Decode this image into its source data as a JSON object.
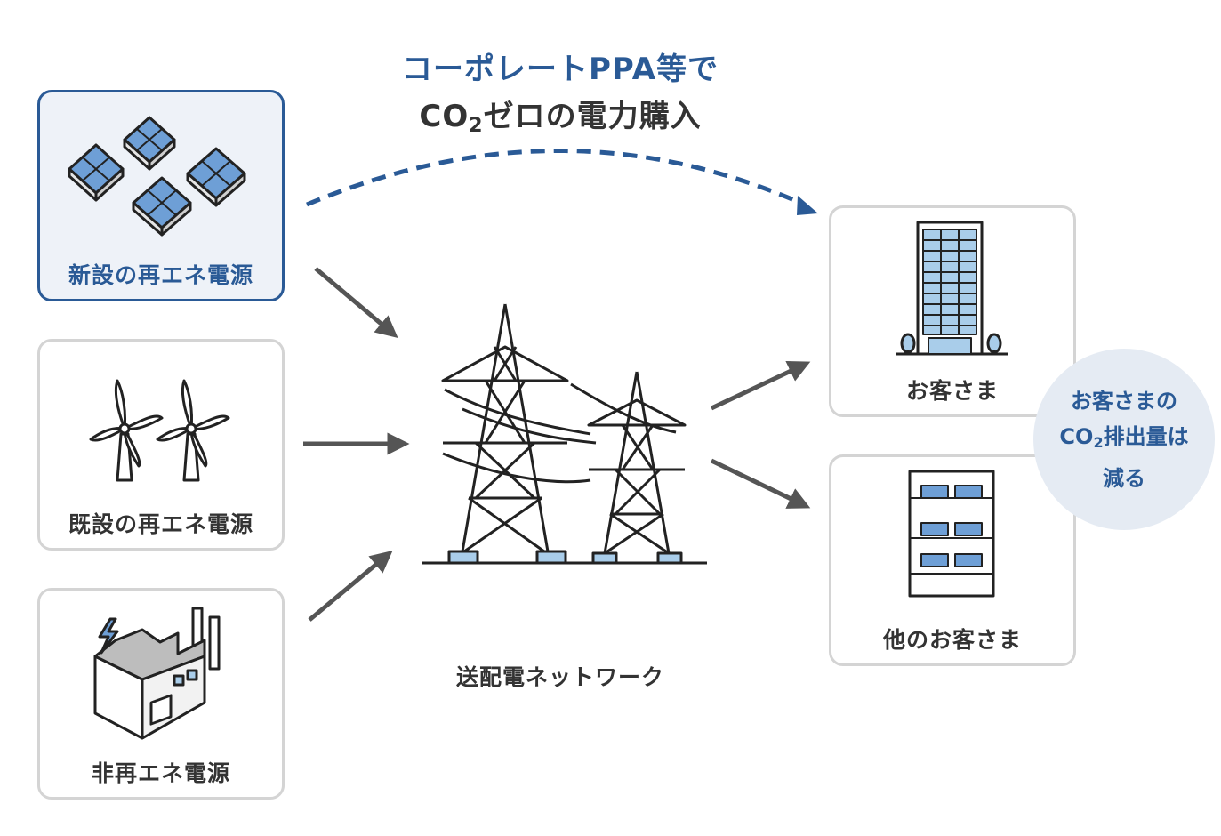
{
  "title": {
    "line1": "コーポレートPPA等で",
    "line2_prefix": "CO",
    "line2_sub": "2",
    "line2_suffix": "ゼロの電力購入"
  },
  "sources": {
    "new_renewable": "新設の再エネ電源",
    "existing_renewable": "既設の再エネ電源",
    "non_renewable": "非再エネ電源"
  },
  "network_label": "送配電ネットワーク",
  "customers": {
    "customer": "お客さま",
    "other_customers": "他のお客さま"
  },
  "bubble": {
    "line1": "お客さまの",
    "line2_prefix": "CO",
    "line2_sub": "2",
    "line2_suffix": "排出量は",
    "line3": "減る"
  },
  "colors": {
    "accent": "#2a5a96",
    "panel": "#6e9fd6",
    "glass": "#a9cdea",
    "arrow": "#555555",
    "border": "#d4d4d4"
  }
}
